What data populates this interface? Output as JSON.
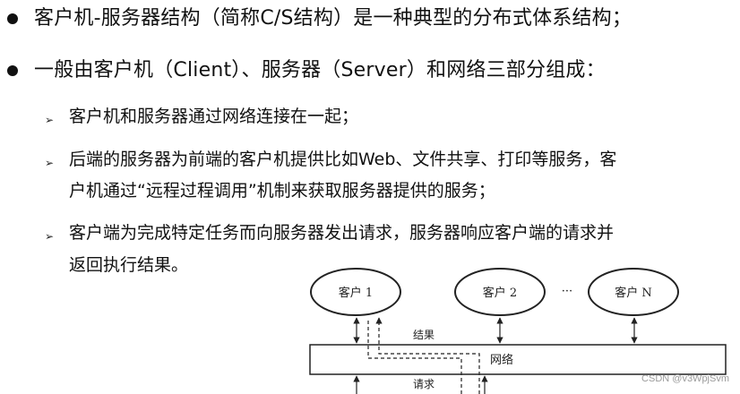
{
  "bullets": [
    {
      "text": "客户机-服务器结构（简称C/S结构）是一种典型的分布式体系结构；"
    },
    {
      "text": "一般由客户机（Client）、服务器（Server）和网络三部分组成："
    }
  ],
  "sub_bullets": [
    {
      "lines": [
        "客户机和服务器通过网络连接在一起；"
      ]
    },
    {
      "lines": [
        "后端的服务器为前端的客户机提供比如Web、文件共享、打印等服务，客",
        "户机通过“远程过程调用”机制来获取服务器提供的服务；"
      ]
    },
    {
      "lines": [
        "客户端为完成特定任务而向服务器发出请求，服务器响应客户端的请求并",
        "返回执行结果。"
      ]
    }
  ],
  "diagram": {
    "clients": [
      "客户 1",
      "客户 2",
      "客户 N"
    ],
    "ellipsis": "···",
    "network_label": "网络",
    "result_label": "结果",
    "request_label": "请求"
  },
  "watermark": "CSDN @v3WpjSvm"
}
